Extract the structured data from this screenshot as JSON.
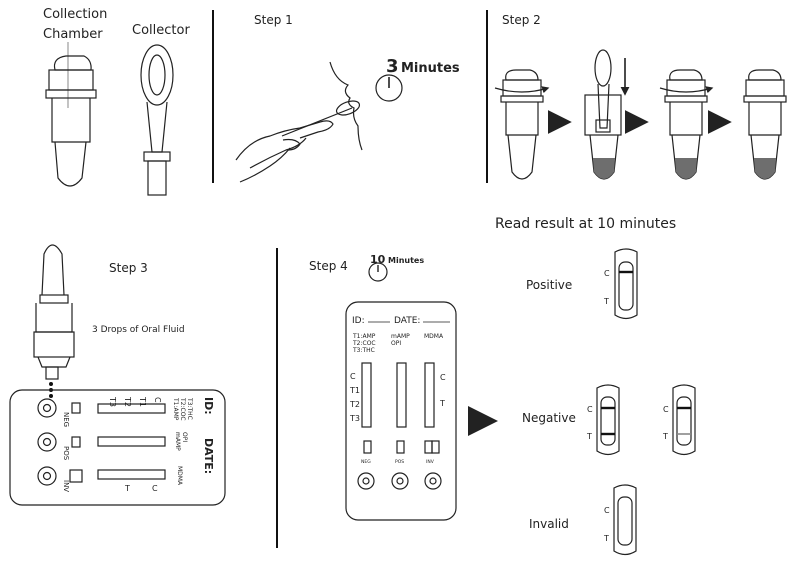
{
  "top": {
    "collection_chamber_line1": "Collection",
    "collection_chamber_line2": "Chamber",
    "collector": "Collector",
    "step1": "Step 1",
    "step1_time_number": "3",
    "step1_time_unit": "Minutes",
    "step2": "Step 2"
  },
  "bottom_left": {
    "step3": "Step 3",
    "drops": "3 Drops of Oral Fluid",
    "card_id": "ID:",
    "card_date": "DATE:",
    "card_drug_col1": [
      "T1:AMP",
      "T2:COC",
      "T3:THC"
    ],
    "card_drug_col2": [
      "mAMP",
      "OPI"
    ],
    "card_drug_col3": "MDMA",
    "window_labels": [
      "T3",
      "T2",
      "T1",
      "C"
    ],
    "window_t": "T",
    "window_c": "C",
    "small_labels": [
      "NEG",
      "POS",
      "INV"
    ]
  },
  "step4": {
    "title": "Step 4",
    "time_number": "10",
    "time_unit": "Minutes",
    "card_id": "ID:",
    "card_date": "DATE:",
    "col1": [
      "T1:AMP",
      "T2:COC",
      "T3:THC"
    ],
    "col2": [
      "mAMP",
      "OPI"
    ],
    "col3": "MDMA",
    "left_marks": [
      "C",
      "T1",
      "T2",
      "T3"
    ],
    "right_marks": [
      "C",
      "T"
    ],
    "small_labels": [
      "NEG",
      "POS",
      "INV"
    ]
  },
  "results": {
    "heading": "Read result at 10 minutes",
    "positive": "Positive",
    "negative": "Negative",
    "invalid": "Invalid",
    "c": "C",
    "t": "T"
  },
  "colors": {
    "fluid": "#6e6e6e",
    "line": "#222222"
  },
  "icons": [
    "clock-icon",
    "arrow-right-icon",
    "arrow-down-icon",
    "twist-arrow-icon",
    "hand-icon",
    "face-icon"
  ]
}
